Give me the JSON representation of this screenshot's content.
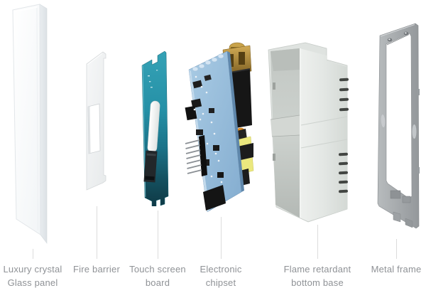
{
  "figure": {
    "kind": "exploded-view-product-diagram"
  },
  "components": [
    {
      "id": "glass-panel",
      "label_line1": "Luxury crystal",
      "label_line2": "Glass panel"
    },
    {
      "id": "fire-barrier",
      "label_line1": "Fire barrier",
      "label_line2": ""
    },
    {
      "id": "touch-screen-board",
      "label_line1": "Touch screen",
      "label_line2": "board"
    },
    {
      "id": "electronic-chipset",
      "label_line1": "Electronic",
      "label_line2": "chipset"
    },
    {
      "id": "flame-retardant-base",
      "label_line1": "Flame retardant",
      "label_line2": "bottom base"
    },
    {
      "id": "metal-frame",
      "label_line1": "Metal frame",
      "label_line2": ""
    }
  ],
  "colors": {
    "background": "#ffffff",
    "label_text": "#8f9296",
    "leader_line": "#dcdcdc",
    "glass_white": "#fafcfd",
    "fire_barrier_white": "#eff1f2",
    "touch_board_teal": "#2391a8",
    "touch_board_dark": "#10404d",
    "pcb_blue": "#95bcdb",
    "terminal_brass": "#b3903f",
    "transformer_yellow": "#ebe87e",
    "capacitor_orange": "#e08b1d",
    "relay_black": "#161616",
    "base_gray": "#dfe3e0",
    "base_interior_gray": "#c8cdc9",
    "vent_slot_dark": "#424542",
    "frame_gray": "#a6abae"
  }
}
